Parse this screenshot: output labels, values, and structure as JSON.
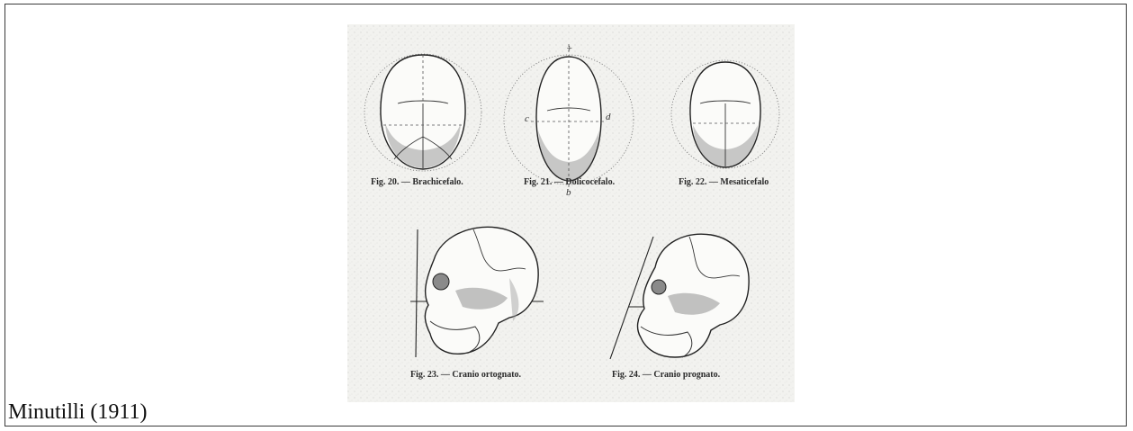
{
  "document": {
    "caption": "Minutilli (1911)",
    "figure": {
      "top_row": [
        {
          "label": "Fig. 20. — Brachicefalo."
        },
        {
          "label": "Fig. 21. — Dolicocefalo."
        },
        {
          "label": "Fig. 22. — Mesaticefalo"
        }
      ],
      "bottom_row": [
        {
          "label": "Fig. 23. — Cranio ortognato."
        },
        {
          "label": "Fig. 24. — Cranio prognato."
        }
      ],
      "measurement_letters": {
        "top": "+",
        "left": "c",
        "right": "d",
        "bottom": "b"
      }
    }
  }
}
